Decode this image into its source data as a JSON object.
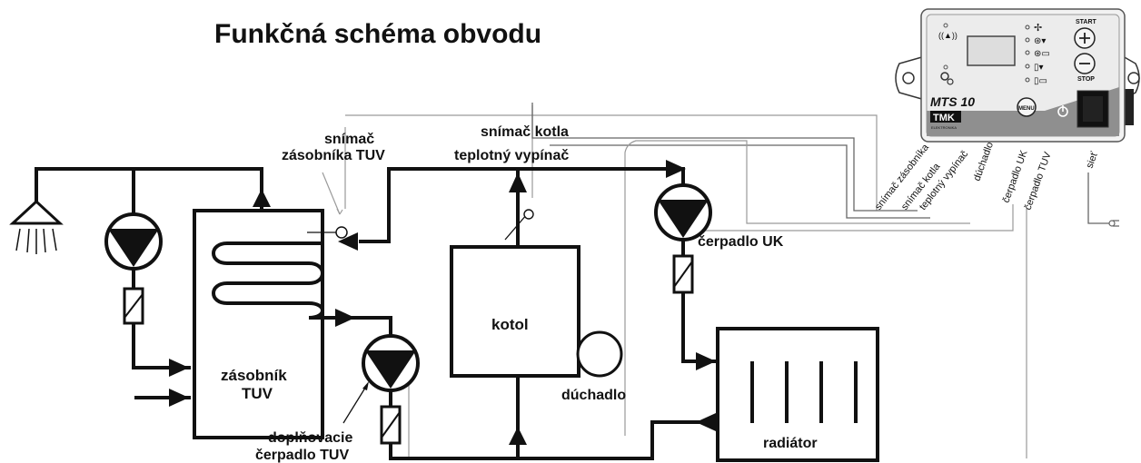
{
  "title": "Funkčná schéma obvodu",
  "labels": {
    "sensor_tank_line1": "snímač",
    "sensor_tank_line2": "zásobníka TUV",
    "sensor_boiler": "snímač kotla",
    "thermal_switch": "teplotný vypínač",
    "boiler": "kotol",
    "tank_line1": "zásobník",
    "tank_line2": "TUV",
    "blower": "dúchadlo",
    "pump_uk": "čerpadlo UK",
    "refill_pump_line1": "doplňovacie",
    "refill_pump_line2": "čerpadlo TUV",
    "radiator": "radiátor"
  },
  "controller": {
    "model": "MTS 10",
    "brand": "TMK",
    "brand_sub": "ELEKTRONIKA",
    "start": "START",
    "stop": "STOP",
    "menu": "MENU",
    "icons": [
      "alarm-icon",
      "settings-icon",
      "fan-icon",
      "pump-icon",
      "boiler-icon",
      "tap-temp-icon",
      "tank-temp-icon",
      "power-icon"
    ]
  },
  "terminals": [
    "snímač zásobníka",
    "snímač kotla",
    "teplotný vypínač",
    "dúchadlo",
    "čerpadlo UK",
    "čerpadlo TUV",
    "sieť"
  ]
}
